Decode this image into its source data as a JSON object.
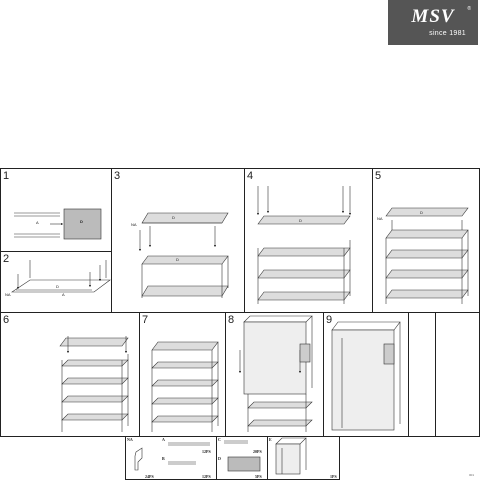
{
  "brand": {
    "name": "MSV",
    "registered": "®",
    "tagline": "since 1981"
  },
  "steps": [
    "1",
    "2",
    "3",
    "4",
    "5",
    "6",
    "7",
    "8",
    "9"
  ],
  "part_letters": {
    "a": "A",
    "b": "B",
    "c": "C",
    "d": "D",
    "e": "E",
    "na": "NA"
  },
  "parts_list": {
    "na_qty": "24PS",
    "a_qty": "12PS",
    "b_qty": "12PS",
    "c_qty": "20PS",
    "d_qty": "5PS",
    "e_qty": "1PS"
  },
  "footer_code": "001"
}
